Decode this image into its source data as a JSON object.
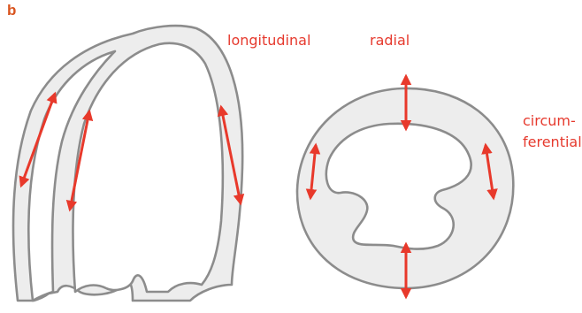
{
  "panel": {
    "letter": "b"
  },
  "labels": {
    "longitudinal": "longitudinal",
    "radial": "radial",
    "circumferential_line1": "circum-",
    "circumferential_line2": "ferential"
  },
  "colors": {
    "accent_red": "#e8392b",
    "label_red": "#e63a2e",
    "wall_fill": "#ededed",
    "outline": "#8c8c8c",
    "panel_letter": "#d9541e"
  },
  "arrows": {
    "longitudinal_count": 3,
    "radial_count": 2,
    "circumferential_count": 2
  }
}
